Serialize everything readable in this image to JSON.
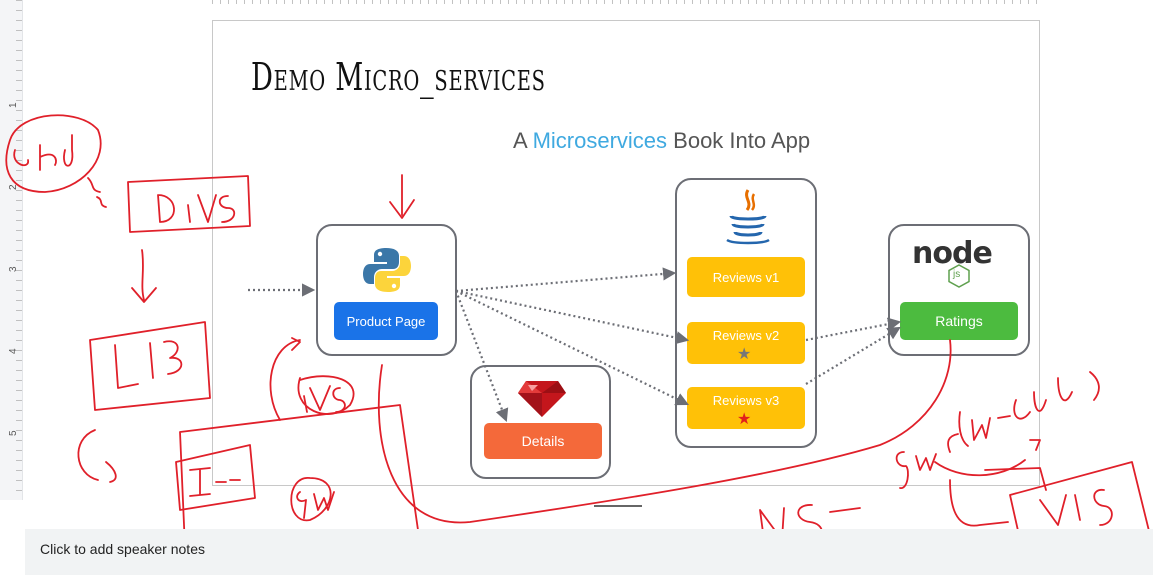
{
  "slide": {
    "title": "Demo Micro_services",
    "app_title": {
      "before": "A ",
      "accent": "Microservices",
      "after": " Book Into App"
    },
    "services": {
      "product_page": "Product Page",
      "details": "Details",
      "reviews": [
        "Reviews  v1",
        "Reviews v2",
        "Reviews v3"
      ],
      "ratings": "Ratings",
      "node_logo_text": "node",
      "node_js_badge": "js"
    }
  },
  "ruler": {
    "numbers": [
      "1",
      "2",
      "3",
      "4",
      "5"
    ]
  },
  "speaker_notes": {
    "placeholder": "Click to add speaker notes"
  },
  "colors": {
    "accent": "#3fa9e0",
    "product_button": "#1a73e8",
    "details_button": "#f4693a",
    "reviews_button": "#ffc107",
    "ratings_button": "#4cbb3f",
    "annotation_ink": "#e0202a"
  }
}
